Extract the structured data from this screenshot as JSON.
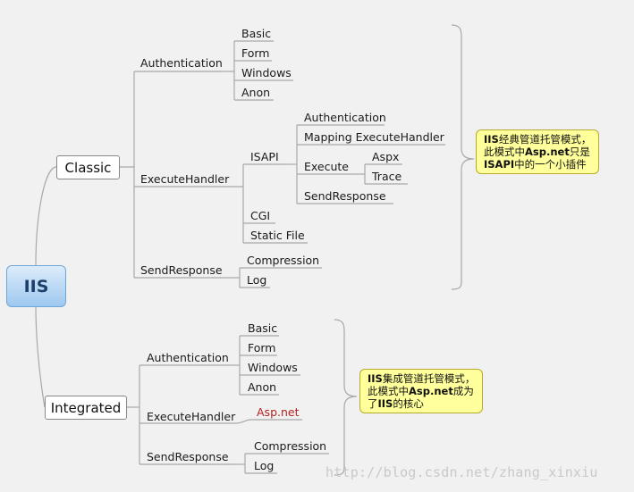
{
  "root": {
    "label": "IIS"
  },
  "classic": {
    "label": "Classic",
    "authentication": {
      "label": "Authentication",
      "items": [
        "Basic",
        "Form",
        "Windows",
        "Anon"
      ]
    },
    "execute_handler": {
      "label": "ExecuteHandler",
      "isapi": {
        "label": "ISAPI",
        "items": [
          "Authentication",
          "Mapping ExecuteHandler",
          "Execute",
          "SendResponse"
        ],
        "execute_items": [
          "Aspx",
          "Trace"
        ]
      },
      "cgi": "CGI",
      "static_file": "Static File"
    },
    "send_response": {
      "label": "SendResponse",
      "items": [
        "Compression",
        "Log"
      ]
    },
    "note": {
      "line1_bold": "IIS",
      "line1": "经典管道托管模式，",
      "line2_a": "此模式中",
      "line2_bold": "Asp.net",
      "line2_b": "只是",
      "line3_bold": "ISAPI",
      "line3": "中的一个小插件"
    }
  },
  "integrated": {
    "label": "Integrated",
    "authentication": {
      "label": "Authentication",
      "items": [
        "Basic",
        "Form",
        "Windows",
        "Anon"
      ]
    },
    "execute_handler": {
      "label": "ExecuteHandler",
      "item": "Asp.net"
    },
    "send_response": {
      "label": "SendResponse",
      "items": [
        "Compression",
        "Log"
      ]
    },
    "note": {
      "line1_bold": "IIS",
      "line1": "集成管道托管模式，",
      "line2_a": "此模式中",
      "line2_bold": "Asp.net",
      "line2_b": "成为",
      "line3_a": "了",
      "line3_bold": "IIS",
      "line3_b": "的核心"
    }
  },
  "watermark": "http://blog.csdn.net/zhang_xinxiu",
  "colors": {
    "line": "#a8a8a8",
    "note_bg": "#ffff9c",
    "root_bg": "#aed3f3",
    "asp_net": "#b22222"
  }
}
